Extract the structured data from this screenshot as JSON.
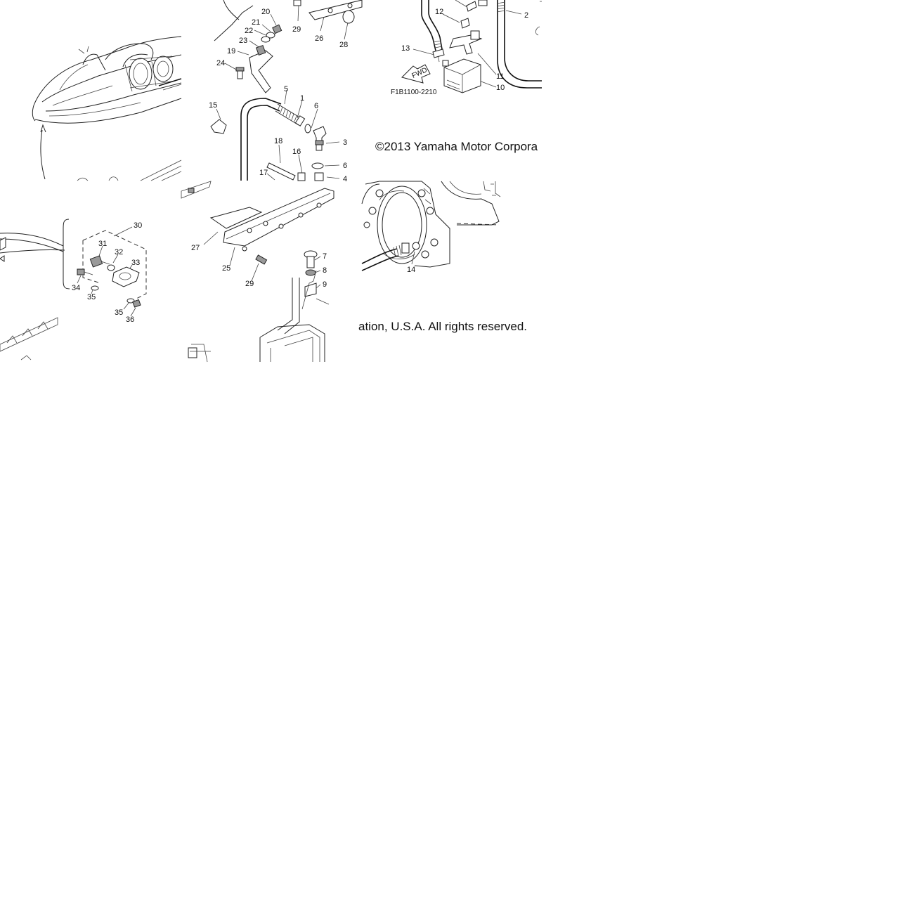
{
  "tiles": {
    "ja": {},
    "jb": {
      "callouts": {
        "n20": "20",
        "n21": "21",
        "n22": "22",
        "n23": "23",
        "n19": "19",
        "n24": "24",
        "n29": "29",
        "n26": "26",
        "n28": "28",
        "n5": "5",
        "n1": "1",
        "n6": "6",
        "n15": "15",
        "n3": "3",
        "n18": "18",
        "n16": "16",
        "n6b": "6",
        "n17": "17",
        "n4": "4"
      }
    },
    "jc": {
      "callouts": {
        "n12": "12",
        "n2": "2",
        "n13": "13",
        "n11": "11",
        "n10": "10"
      },
      "fwd_label": "FWD",
      "figure_code": "F1B1100-2210",
      "copyright_start": "©2013 Yamaha Motor Corpora"
    },
    "jd": {
      "callouts": {
        "n30": "30",
        "n31": "31",
        "n32": "32",
        "n33": "33",
        "n34": "34",
        "n35": "35",
        "n35b": "35",
        "n36": "36"
      }
    },
    "je": {
      "callouts": {
        "n27": "27",
        "n25": "25",
        "n29": "29",
        "n7": "7",
        "n8": "8",
        "n9": "9"
      }
    },
    "jf": {
      "callouts": {
        "n14": "14"
      },
      "copyright_end": "ation, U.S.A. All rights reserved."
    }
  }
}
